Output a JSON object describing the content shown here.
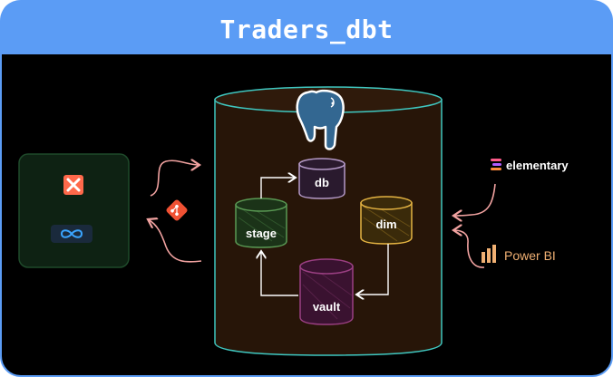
{
  "diagram": {
    "title": "Traders_dbt",
    "nodes": {
      "db": "db",
      "stage": "stage",
      "dim": "dim",
      "vault": "vault"
    },
    "tools": {
      "elementary": "elementary",
      "powerbi": "Power BI"
    },
    "icons": {
      "warehouse": "postgresql-elephant-icon",
      "dbt": "dbt-icon",
      "airbyte": "infinity-icon",
      "git": "git-icon",
      "elementary": "elementary-icon",
      "powerbi": "power-bi-icon"
    },
    "colors": {
      "header": "#5b9cf5",
      "background": "#000000",
      "warehouse_border": "#3fc7c0",
      "warehouse_fill": "#271508",
      "source_fill": "#0e2213",
      "db": "#b59ac8",
      "stage": "#5a9a54",
      "dim": "#e4b342",
      "vault": "#9a3f82",
      "arrows": "#f1a2a0",
      "dbt": "#ff694b",
      "git": "#f05133",
      "powerbi": "#f0b073"
    }
  }
}
